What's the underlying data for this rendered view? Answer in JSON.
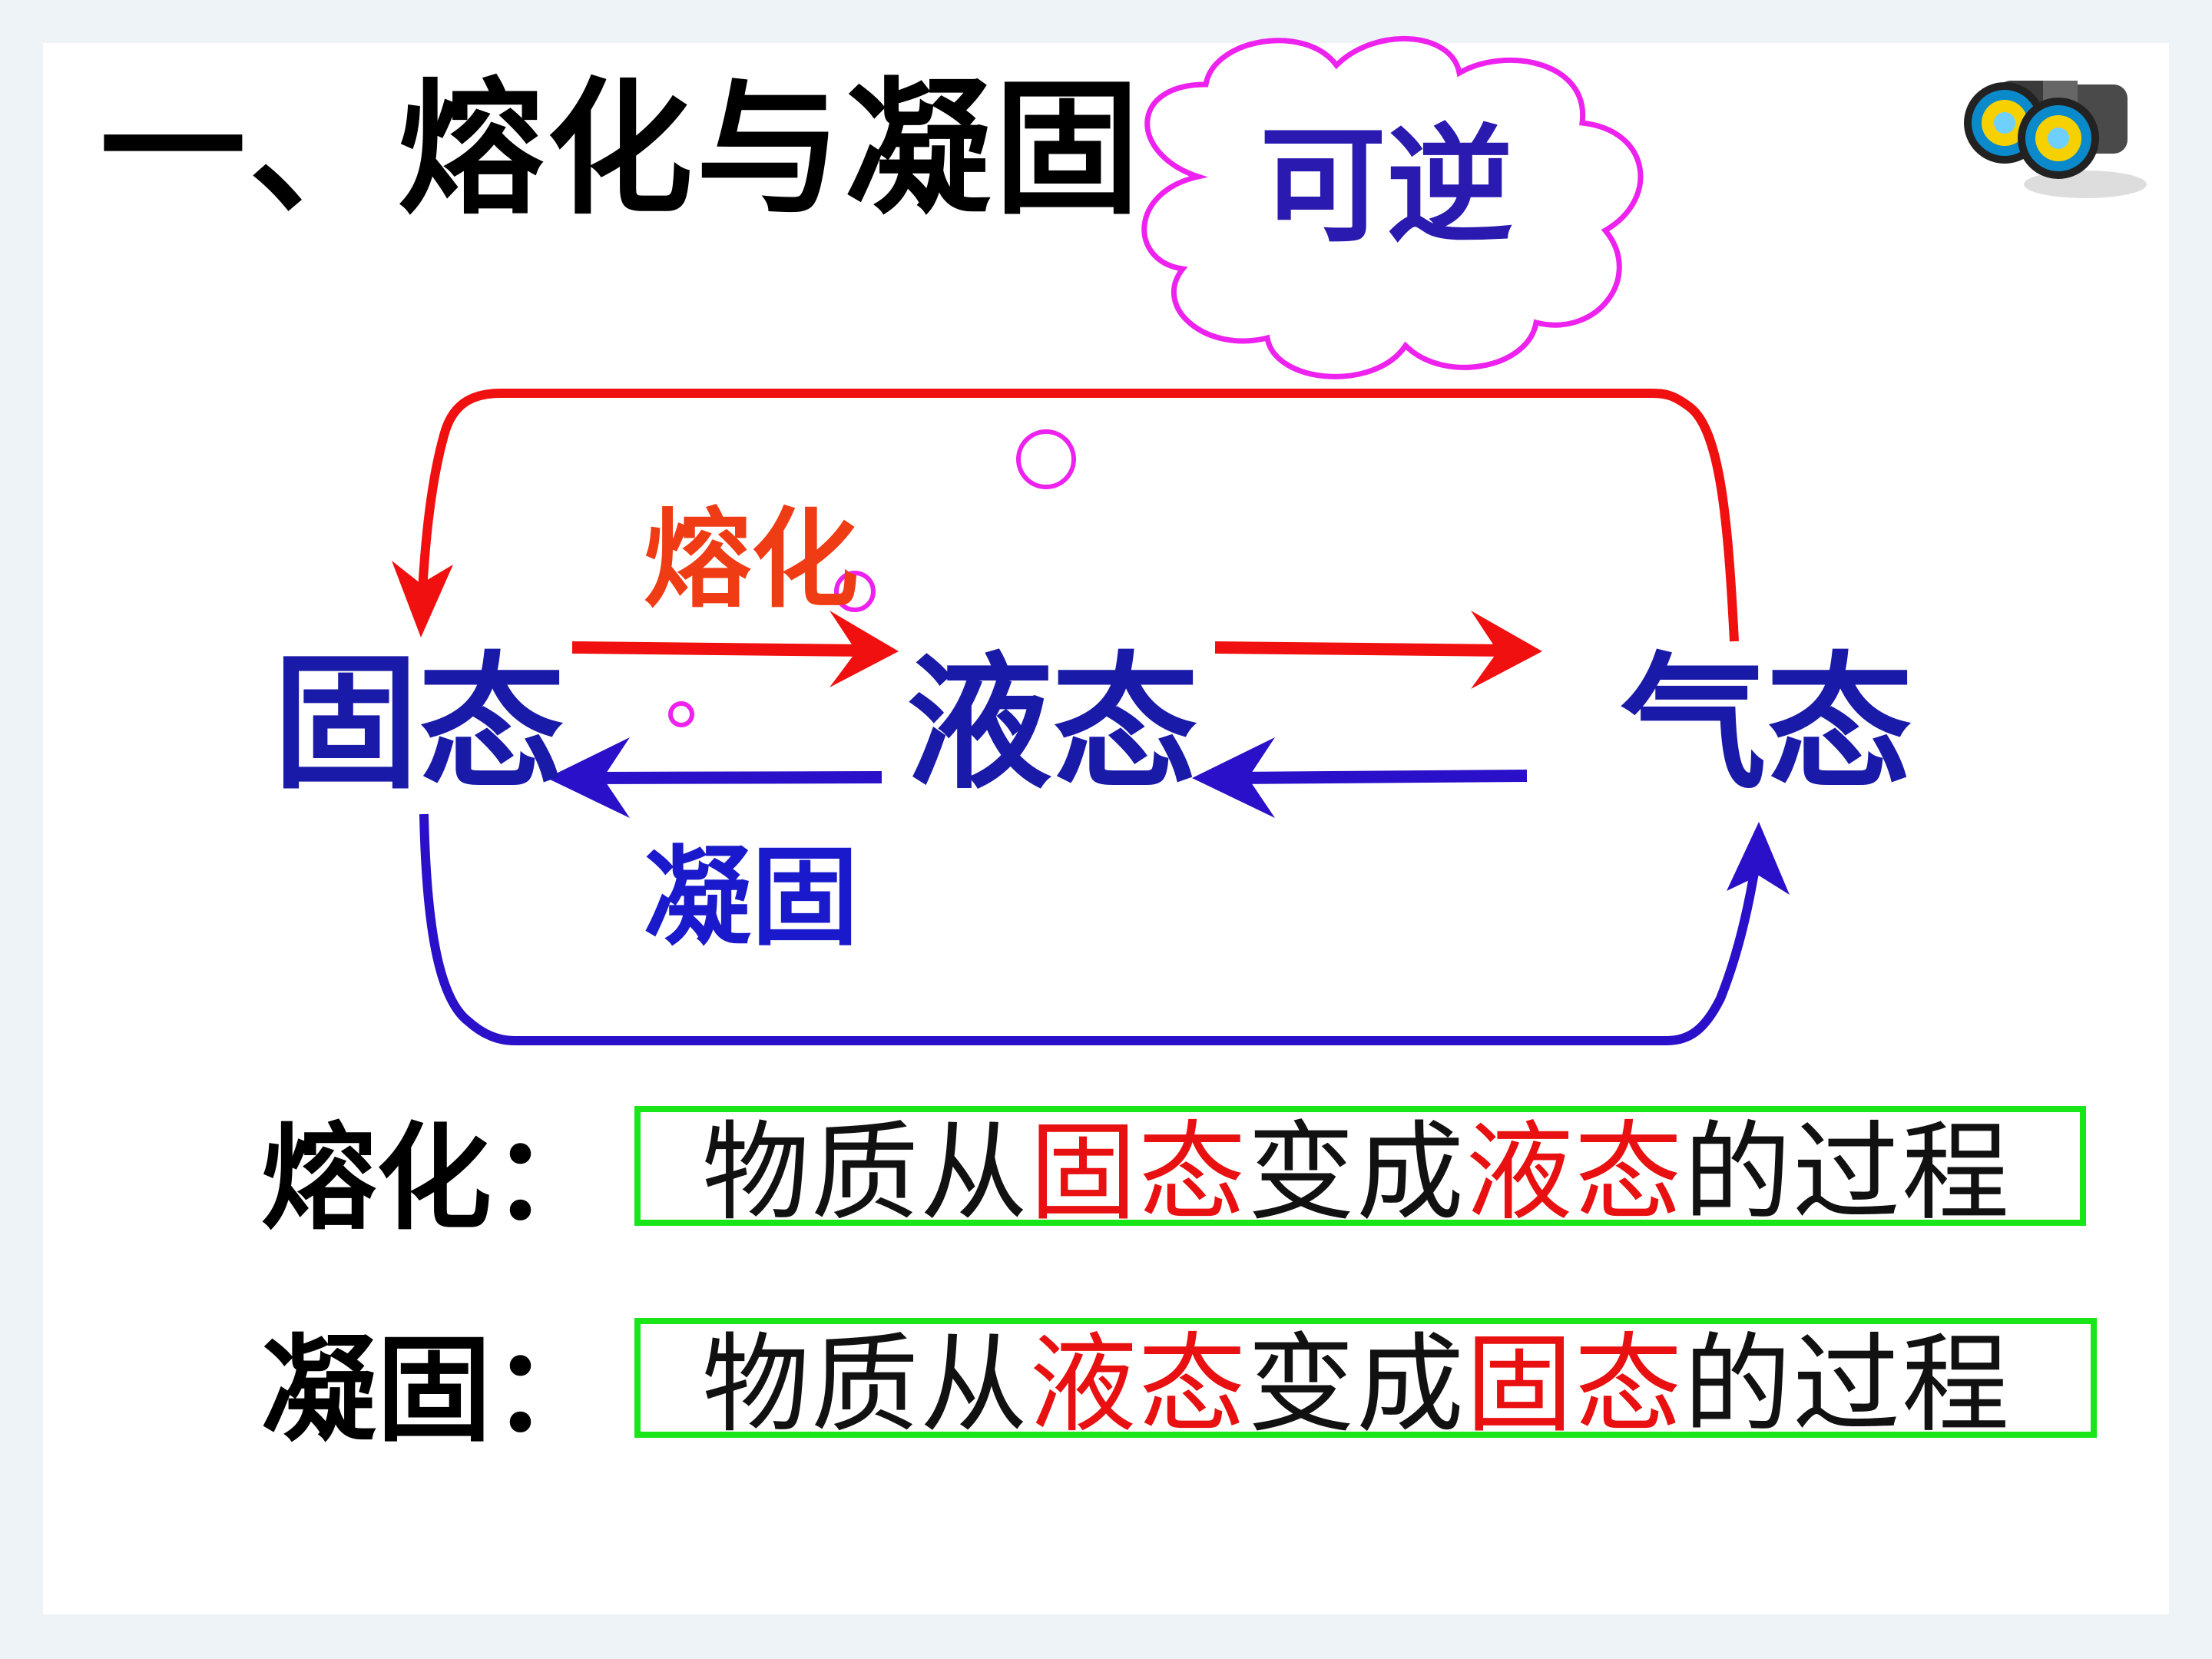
{
  "title": "一、熔化与凝固",
  "cloud": {
    "label": "可逆",
    "color": "#ee22ee"
  },
  "states": {
    "solid": "固态",
    "liquid": "液态",
    "gas": "气态"
  },
  "processes": {
    "melting": "熔化",
    "solidification": "凝固"
  },
  "definitions": [
    {
      "term": "熔化：",
      "parts": [
        "物质从",
        "固态",
        "变成",
        "液态",
        "的过程"
      ]
    },
    {
      "term": "凝固：",
      "parts": [
        "物质从",
        "液态",
        "变成",
        "固态",
        "的过程"
      ]
    }
  ],
  "colors": {
    "red_arrow": "#f01010",
    "blue_arrow": "#2a10c8",
    "state_text": "#1a1aa8",
    "melting_label": "#f03c14",
    "solidification_label": "#1a1acc",
    "highlight": "#e81010",
    "box_border": "#19e619"
  },
  "icons": [
    "binoculars-icon"
  ]
}
